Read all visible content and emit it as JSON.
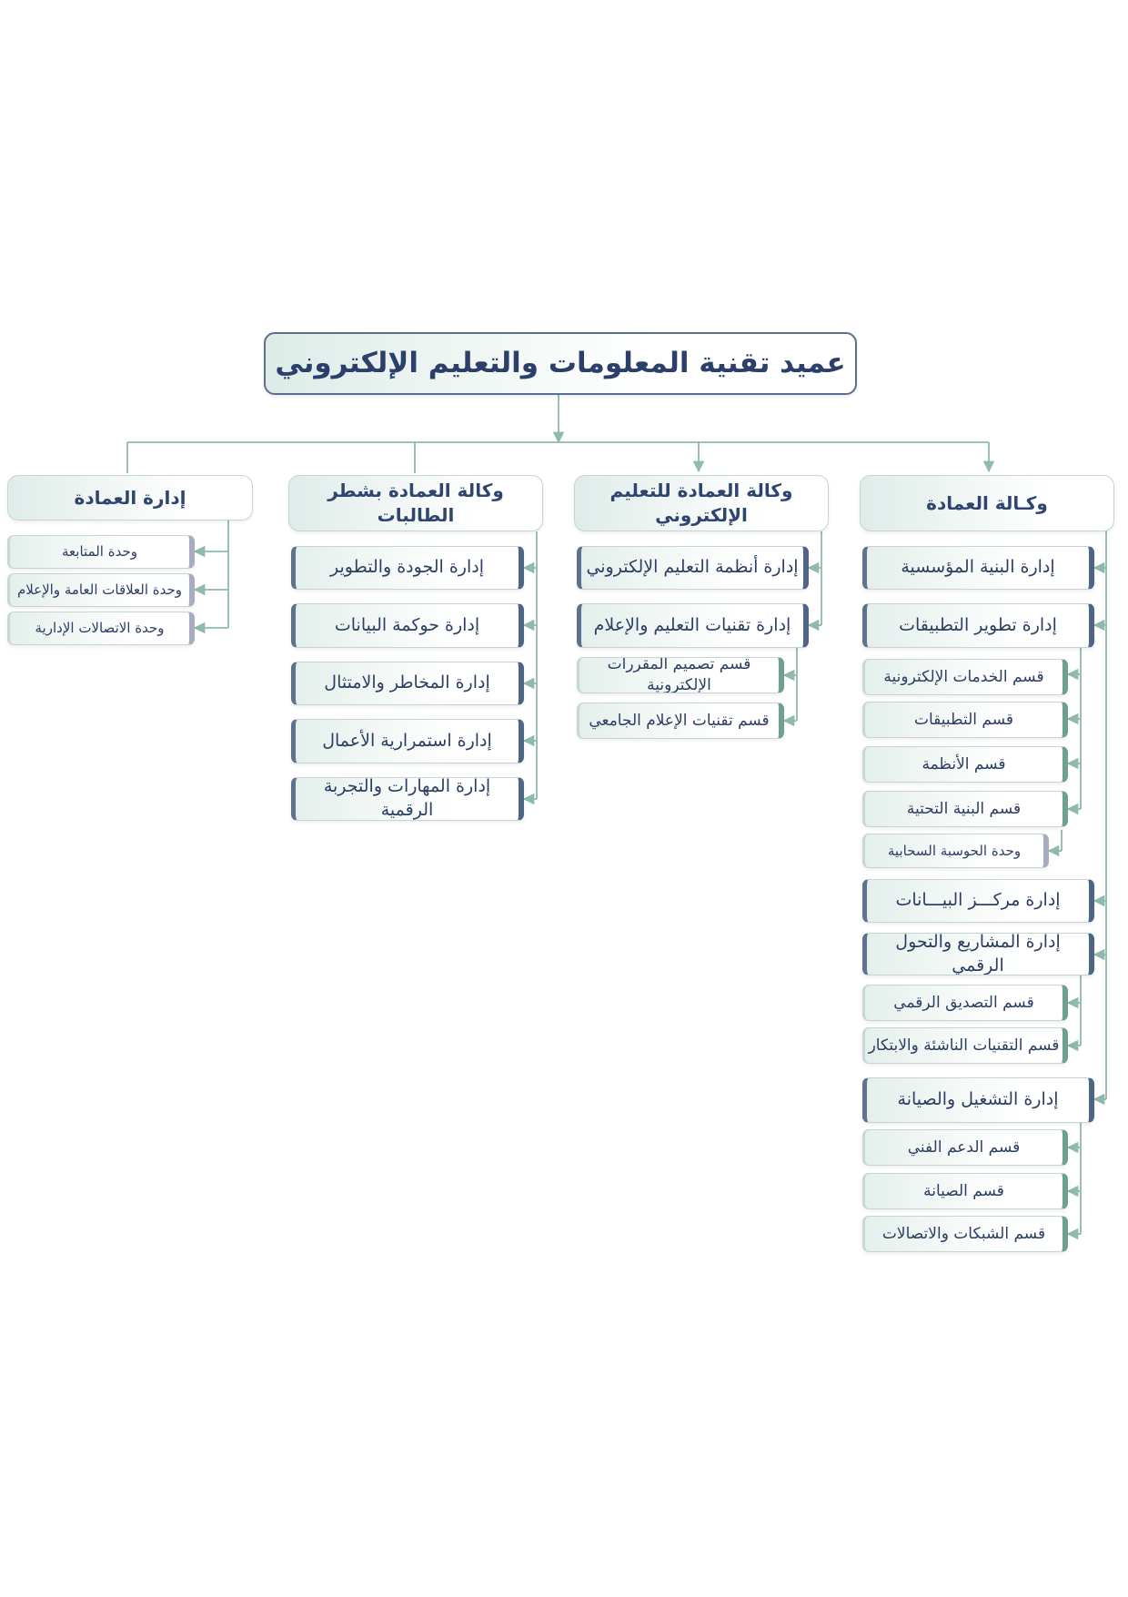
{
  "root": {
    "title": "عميد تقنية المعلومات والتعليم الإلكتروني"
  },
  "branches": [
    {
      "head": "وكـالة العمادة",
      "items": [
        "إدارة البنية المؤسسية",
        "إدارة تطوير التطبيقات",
        "قسم الخدمات الإلكترونية",
        "قسم التطبيقات",
        "قسم الأنظمة",
        "قسم البنية التحتية",
        "وحدة الحوسبة السحابية",
        "إدارة مركـــز البيـــانات",
        "إدارة المشاريع والتحول الرقمي",
        "قسم التصديق الرقمي",
        "قسم التقنيات الناشئة والابتكار",
        "إدارة التشغيل والصيانة",
        "قسم الدعم الفني",
        "قسم الصيانة",
        "قسم الشبكات والاتصالات"
      ]
    },
    {
      "head": "وكالة العمادة للتعليم الإلكتروني",
      "items": [
        "إدارة أنظمة التعليم الإلكتروني",
        "إدارة تقنيات التعليم والإعلام",
        "قسم تصميم المقررات الإلكترونية",
        "قسم تقنيات الإعلام الجامعي"
      ]
    },
    {
      "head": "وكالة العمادة بشطر الطالبات",
      "items": [
        "إدارة الجودة والتطوير",
        "إدارة حوكمة البيانات",
        "إدارة المخاطر والامتثال",
        "إدارة استمرارية الأعمال",
        "إدارة المهارات والتجربة الرقمية"
      ]
    },
    {
      "head": "إدارة العمادة",
      "items": [
        "وحدة المتابعة",
        "وحدة العلاقات العامة والإعلام",
        "وحدة الاتصالات الإدارية"
      ]
    }
  ],
  "colors": {
    "connector": "#8fb9ab",
    "dept_accent": "#4e6585",
    "section_accent": "#6fa08e",
    "unit_accent": "#a8adbd",
    "title_text": "#2b3f6a"
  }
}
